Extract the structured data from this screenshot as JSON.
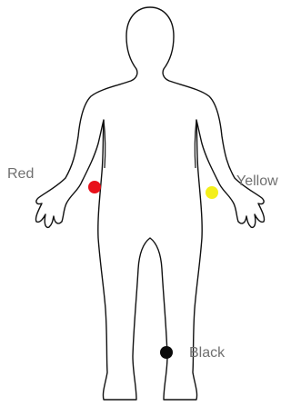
{
  "electrodes": [
    {
      "label": "Red",
      "color": "#e8101a"
    },
    {
      "label": "Yellow",
      "color": "#f4ef1a"
    },
    {
      "label": "Black",
      "color": "#0a0a0a"
    }
  ],
  "outline_color": "#111111"
}
